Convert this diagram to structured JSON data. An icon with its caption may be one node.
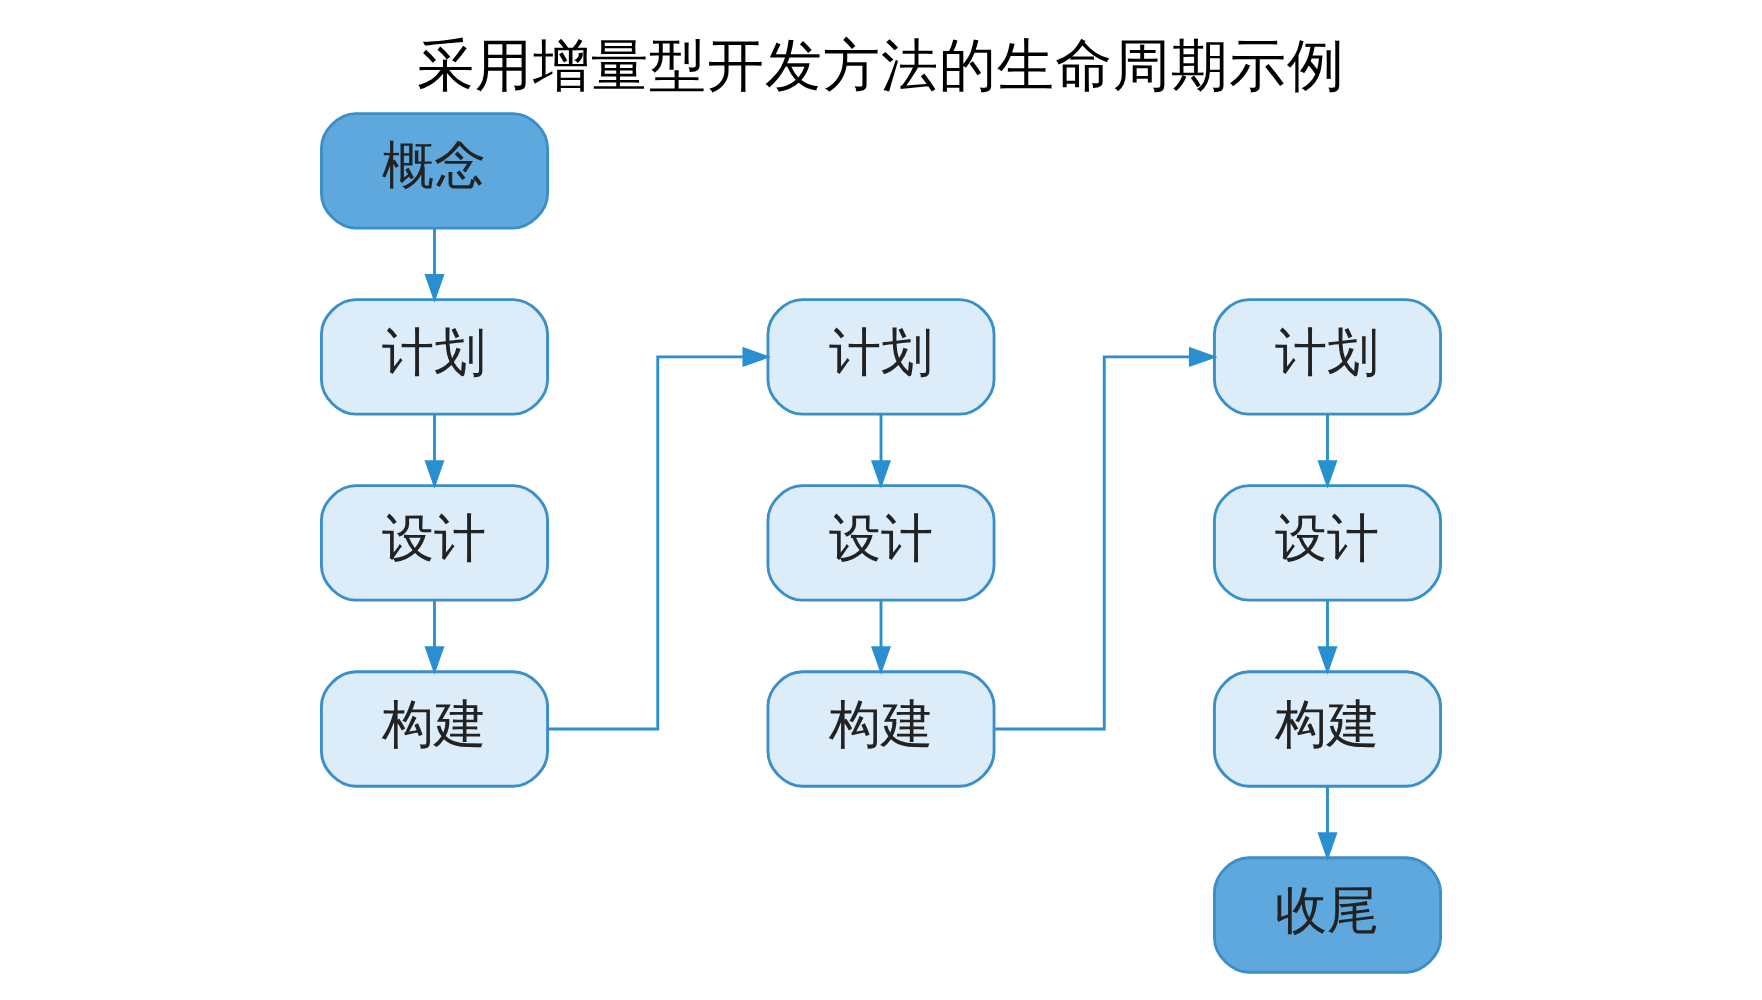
{
  "diagram": {
    "title": "采用增量型开发方法的生命周期示例",
    "nodes": [
      {
        "text": [
          "概念"
        ]
      },
      {
        "text": [
          "计划"
        ]
      },
      {
        "text": [
          "设计"
        ]
      },
      {
        "text": [
          "构建"
        ]
      },
      {
        "text": [
          "计划"
        ]
      },
      {
        "text": [
          "设计"
        ]
      },
      {
        "text": [
          "构建"
        ]
      },
      {
        "text": [
          "计划"
        ]
      },
      {
        "text": [
          "设计"
        ]
      },
      {
        "text": [
          "构建"
        ]
      },
      {
        "text": [
          "收尾"
        ]
      }
    ],
    "edges": [
      {
        "from": 0,
        "to": 1,
        "arrow": "to"
      },
      {
        "from": 1,
        "to": 2,
        "arrow": "to"
      },
      {
        "from": 2,
        "to": 3,
        "arrow": "to"
      },
      {
        "from": 3,
        "to": 4,
        "arrow": "to"
      },
      {
        "from": 4,
        "to": 5,
        "arrow": "to"
      },
      {
        "from": 5,
        "to": 6,
        "arrow": "to"
      },
      {
        "from": 6,
        "to": 7,
        "arrow": "to"
      },
      {
        "from": 7,
        "to": 8,
        "arrow": "to"
      },
      {
        "from": 8,
        "to": 9,
        "arrow": "to"
      },
      {
        "from": 9,
        "to": 10,
        "arrow": "to"
      }
    ]
  }
}
